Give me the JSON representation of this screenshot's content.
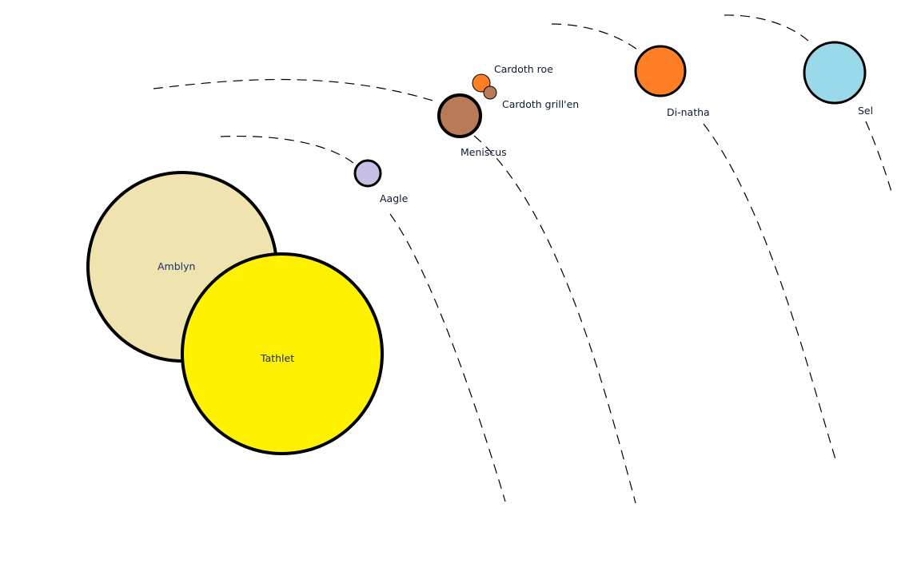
{
  "bodies": {
    "amblyn": {
      "label": "Amblyn",
      "color": "#efe4b0"
    },
    "tathlet": {
      "label": "Tathlet",
      "color": "#fff200"
    },
    "aagle": {
      "label": "Aagle",
      "color": "#c8bfe7"
    },
    "meniscus": {
      "label": "Meniscus",
      "color": "#b97a57"
    },
    "cardoth_roe": {
      "label": "Cardoth roe",
      "color": "#ff7f27"
    },
    "cardoth_grillen": {
      "label": "Cardoth grill'en",
      "color": "#b97a57"
    },
    "di_natha": {
      "label": "Di-natha",
      "color": "#ff7f27"
    },
    "sel": {
      "label": "Sel",
      "color": "#99d9ea"
    }
  }
}
